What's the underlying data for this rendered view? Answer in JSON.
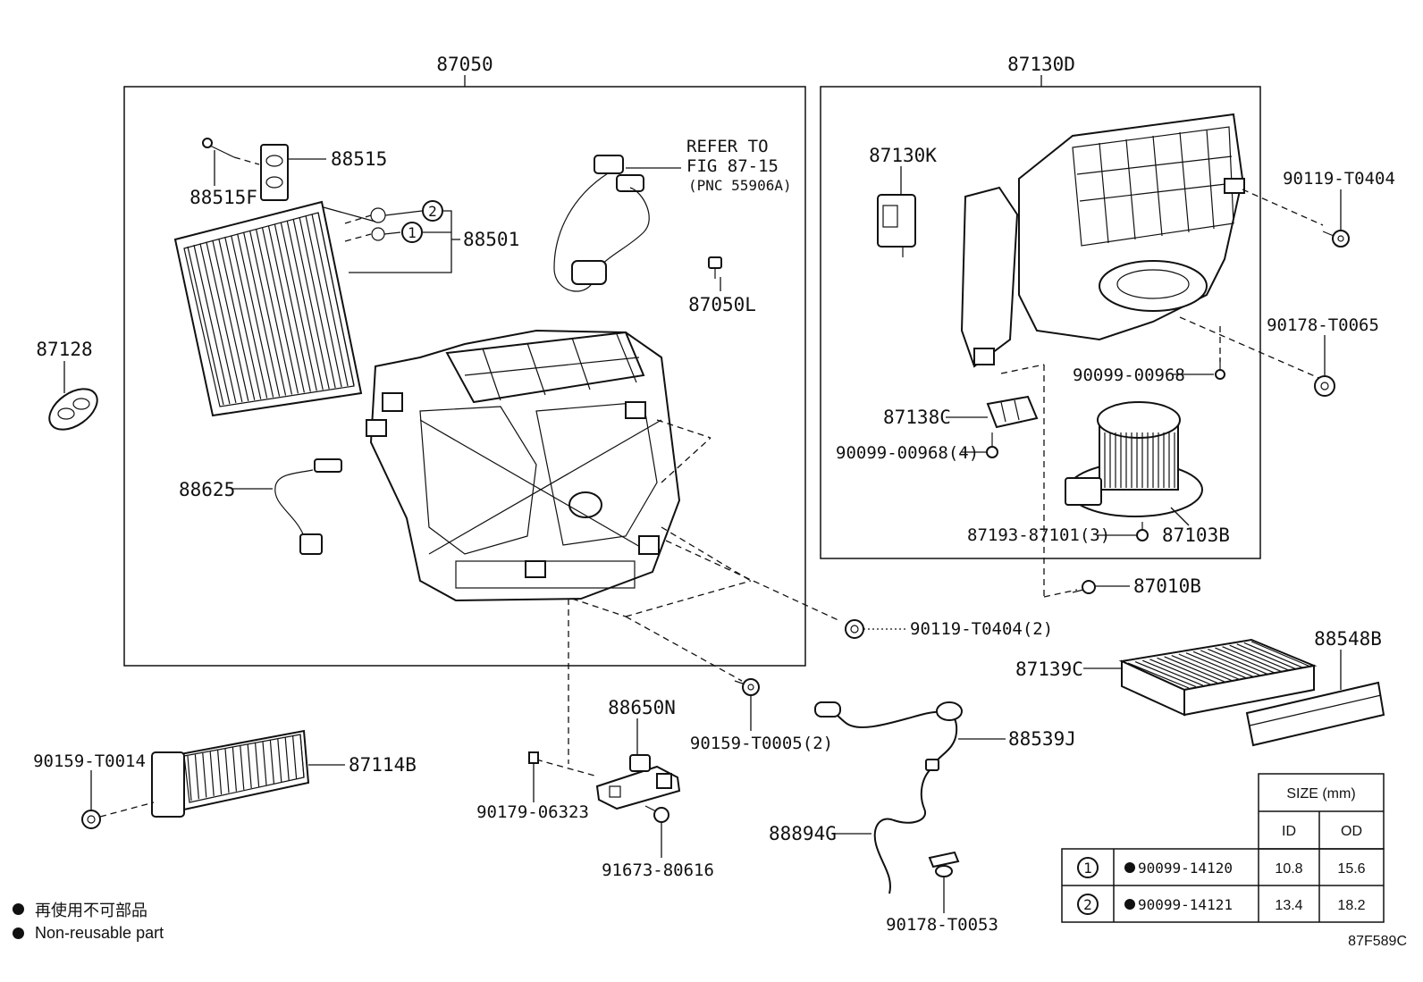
{
  "groups": {
    "left": "87050",
    "right": "87130D"
  },
  "callouts": {
    "p87128": "87128",
    "p88515": "88515",
    "p88515F": "88515F",
    "p88501": "88501",
    "p88625": "88625",
    "p87050L": "87050L",
    "refer1": "REFER TO",
    "refer2": "FIG 87-15",
    "refer3": "(PNC 55906A)",
    "p87130K": "87130K",
    "p90119T0404": "90119-T0404",
    "p90178T0065": "90178-T0065",
    "p9009900968": "90099-00968",
    "p87138C": "87138C",
    "p9009900968x4": "90099-00968(4)",
    "p87193": "87193-87101(3)",
    "p87103B": "87103B",
    "p87010B": "87010B",
    "p90119T0404x2": "90119-T0404(2)",
    "p88548B": "88548B",
    "p87139C": "87139C",
    "p90159T0014": "90159-T0014",
    "p87114B": "87114B",
    "p88650N": "88650N",
    "p90159T0005": "90159-T0005(2)",
    "p88539J": "88539J",
    "p90179": "90179-06323",
    "p88894G": "88894G",
    "p91673": "91673-80616",
    "p90178T0053": "90178-T0053"
  },
  "markers": {
    "m1": "1",
    "m2": "2"
  },
  "size_table": {
    "header": "SIZE (mm)",
    "col_id": "ID",
    "col_od": "OD",
    "rows": [
      {
        "marker": "1",
        "part": "90099-14120",
        "id": "10.8",
        "od": "15.6"
      },
      {
        "marker": "2",
        "part": "90099-14121",
        "id": "13.4",
        "od": "18.2"
      }
    ]
  },
  "legend": {
    "jp": "再使用不可部品",
    "en": "Non-reusable part"
  },
  "figure_code": "87F589C"
}
